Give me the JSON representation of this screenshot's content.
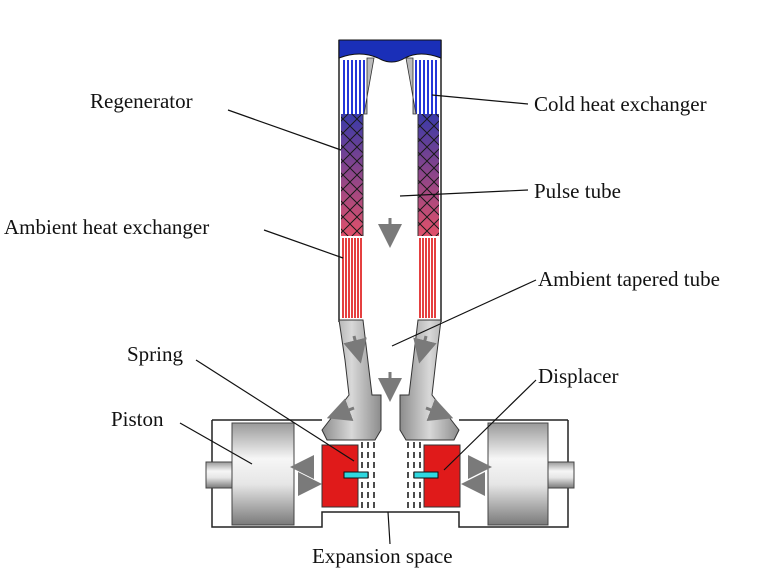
{
  "labels": {
    "regenerator": "Regenerator",
    "cold_hx": "Cold heat exchanger",
    "pulse_tube": "Pulse tube",
    "ambient_hx": "Ambient heat exchanger",
    "ambient_tapered_tube": "Ambient tapered tube",
    "spring": "Spring",
    "displacer": "Displacer",
    "piston": "Piston",
    "expansion_space": "Expansion space"
  },
  "colors": {
    "cold_cap": "#1a2fb8",
    "cold_hx": "#2436d9",
    "regenerator_top": "#3a3aa8",
    "regenerator_bottom": "#e0506a",
    "ambient_hx": "#e22a2a",
    "displacer": "#e01a1a",
    "spring": "#2fd8e0",
    "piston_light": "#f4f4f4",
    "piston_dark": "#8a8a8a",
    "body_gray": "#a8a8a8",
    "arrow": "#7a7a7a"
  }
}
